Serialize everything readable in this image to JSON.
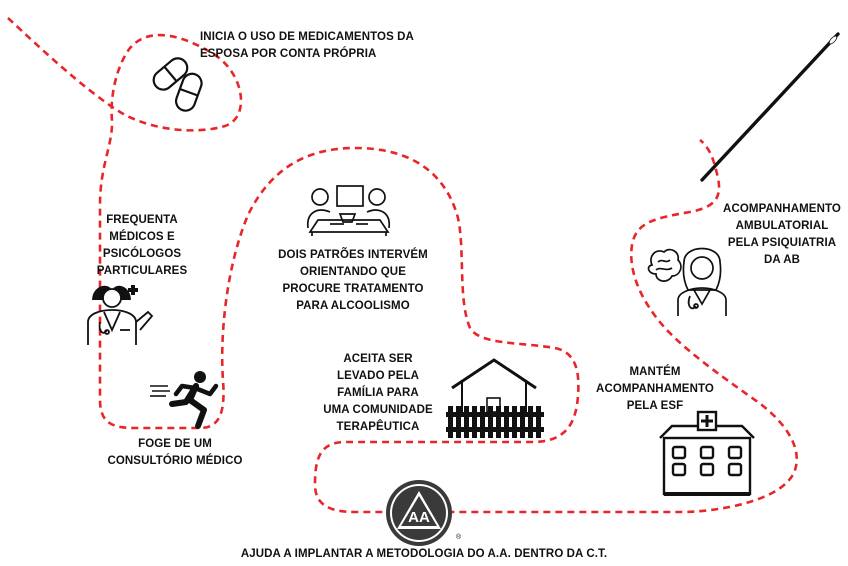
{
  "path_color": "#e8262a",
  "steps": {
    "medicamentos": {
      "lines": [
        "INICIA O USO DE MEDICAMENTOS DA",
        "ESPOSA POR CONTA PRÓPRIA"
      ],
      "icon": "pills-icon"
    },
    "medicos": {
      "lines": [
        "FREQUENTA",
        "MÉDICOS E",
        "PSICÓLOGOS",
        "PARTICULARES"
      ],
      "icon": "doctor-icon"
    },
    "foge": {
      "lines": [
        "FOGE DE UM",
        "CONSULTÓRIO MÉDICO"
      ],
      "icon": "running-person-icon"
    },
    "patroes": {
      "lines": [
        "DOIS PATRÕES INTERVÉM",
        "ORIENTANDO QUE",
        "PROCURE TRATAMENTO",
        "PARA ALCOOLISMO"
      ],
      "icon": "meeting-icon"
    },
    "comunidade": {
      "lines": [
        "ACEITA SER",
        "LEVADO PELA",
        "FAMÍLIA PARA",
        "UMA COMUNIDADE",
        "TERAPÊUTICA"
      ],
      "icon": "house-fence-icon"
    },
    "aa": {
      "lines": [
        "AJUDA A IMPLANTAR A METODOLOGIA DO A.A. DENTRO DA C.T."
      ],
      "icon": "aa-logo-icon",
      "logo_text": "AA",
      "logo_mark": "®"
    },
    "esf": {
      "lines": [
        "MANTÉM",
        "ACOMPANHAMENTO",
        "PELA ESF"
      ],
      "icon": "clinic-building-icon"
    },
    "psiquiatria": {
      "lines": [
        "ACOMPANHAMENTO",
        "AMBULATORIAL",
        "PELA PSIQUIATRIA",
        "DA AB"
      ],
      "icon": "psychiatrist-icon"
    }
  }
}
